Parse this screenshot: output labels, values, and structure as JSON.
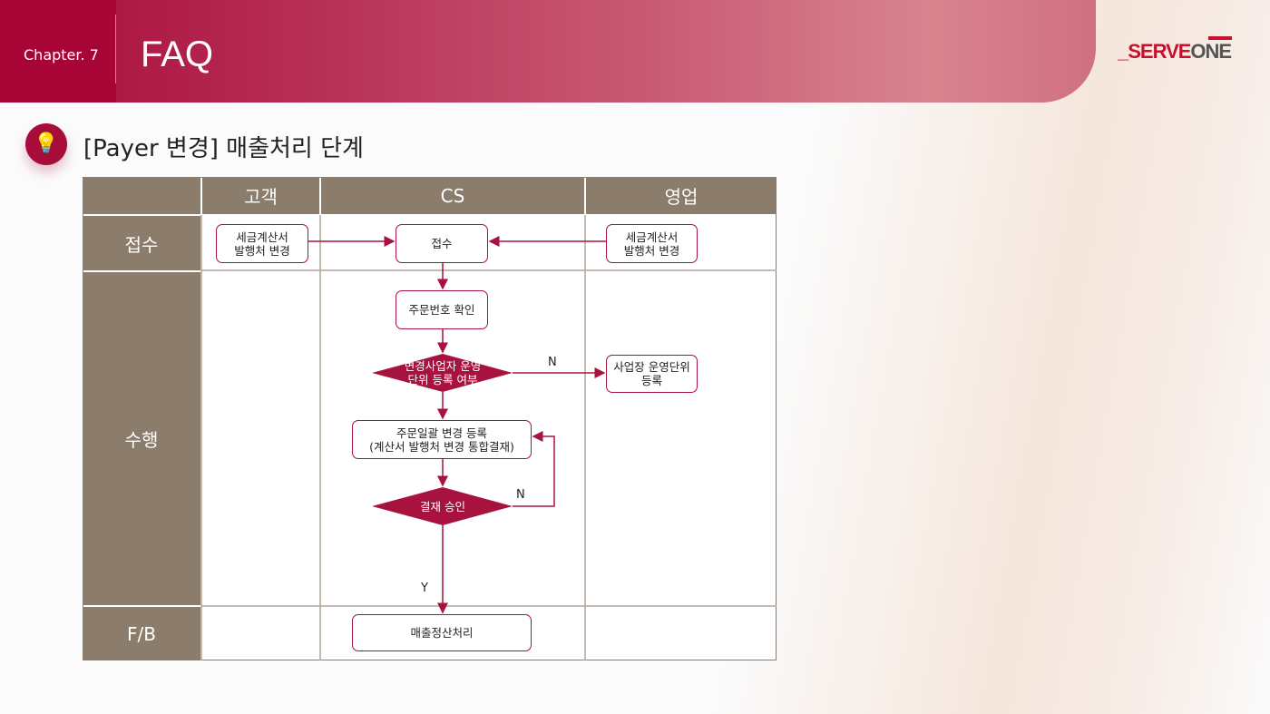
{
  "header": {
    "chapter": "Chapter. 7",
    "title": "FAQ",
    "logo": "SERVEONE"
  },
  "section": {
    "icon": "lightbulb-icon",
    "title": "[Payer 변경] 매출처리 단계"
  },
  "colors": {
    "brand": "#a8123e",
    "lane": "#8c7c6c"
  },
  "table": {
    "columns": [
      "고객",
      "CS",
      "영업"
    ],
    "rows": [
      "접수",
      "수행",
      "F/B"
    ]
  },
  "flow": {
    "customer_request": "세금계산서\n발행처 변경",
    "receipt": "접수",
    "sales_request": "세금계산서\n발행처 변경",
    "check_order": "주문번호 확인",
    "decision_unit": "변경사업자 운영\n단위 등록 여부",
    "register_unit": "사업장 운영단위\n등록",
    "bulk_change": "주문일괄 변경 등록\n(계산서 발행처 변경 통합결재)",
    "decision_approval": "결재 승인",
    "settlement": "매출정산처리",
    "label_n1": "N",
    "label_n2": "N",
    "label_y": "Y"
  }
}
